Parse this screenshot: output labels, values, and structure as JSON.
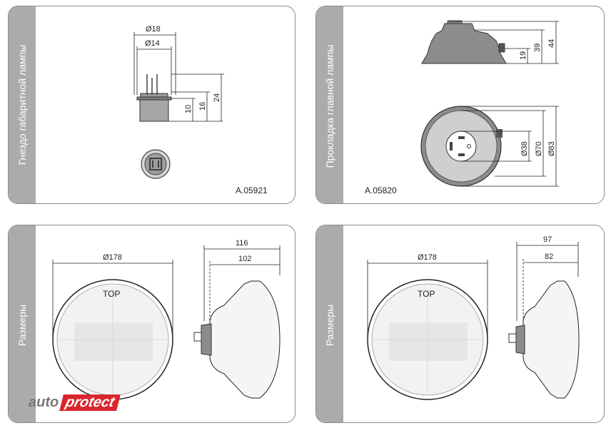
{
  "panels": {
    "p1": {
      "title": "Гнездо габаритной лампы",
      "code": "A.05921",
      "dims": [
        "Ø18",
        "Ø14",
        "10",
        "16",
        "24"
      ]
    },
    "p2": {
      "title": "Прокладка главной лампы",
      "code": "A.05820",
      "dims": [
        "39",
        "19",
        "44",
        "Ø38",
        "Ø70",
        "Ø83"
      ]
    },
    "p3": {
      "title": "Размеры",
      "top": "TOP",
      "dims": [
        "Ø178",
        "116",
        "102"
      ]
    },
    "p4": {
      "title": "Размеры",
      "top": "TOP",
      "dims": [
        "Ø178",
        "97",
        "82"
      ]
    }
  },
  "watermark": {
    "part1": "auto",
    "part2": "protect"
  },
  "colors": {
    "band": "#ababab",
    "border": "#8a8a8a",
    "part_gray": "#8c8c8c",
    "brand_red": "#d8262c"
  }
}
